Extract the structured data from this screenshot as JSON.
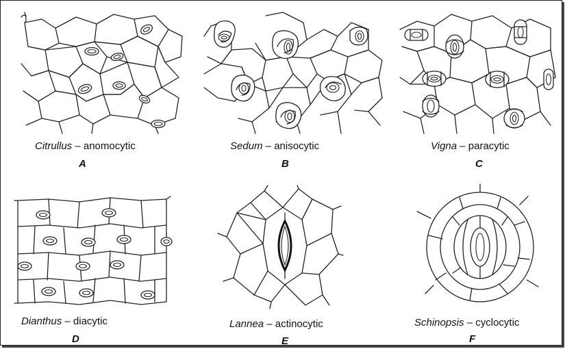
{
  "panels": [
    {
      "genus": "Citrullus",
      "type": "anomocytic",
      "letter": "A"
    },
    {
      "genus": "Sedum",
      "type": "anisocytic",
      "letter": "B"
    },
    {
      "genus": "Vigna",
      "type": "paracytic",
      "letter": "C"
    },
    {
      "genus": "Dianthus",
      "type": "diacytic",
      "letter": "D"
    },
    {
      "genus": "Lannea",
      "type": "actinocytic",
      "letter": "E"
    },
    {
      "genus": "Schinopsis",
      "type": "cyclocytic",
      "letter": "F"
    }
  ],
  "separator": " – "
}
